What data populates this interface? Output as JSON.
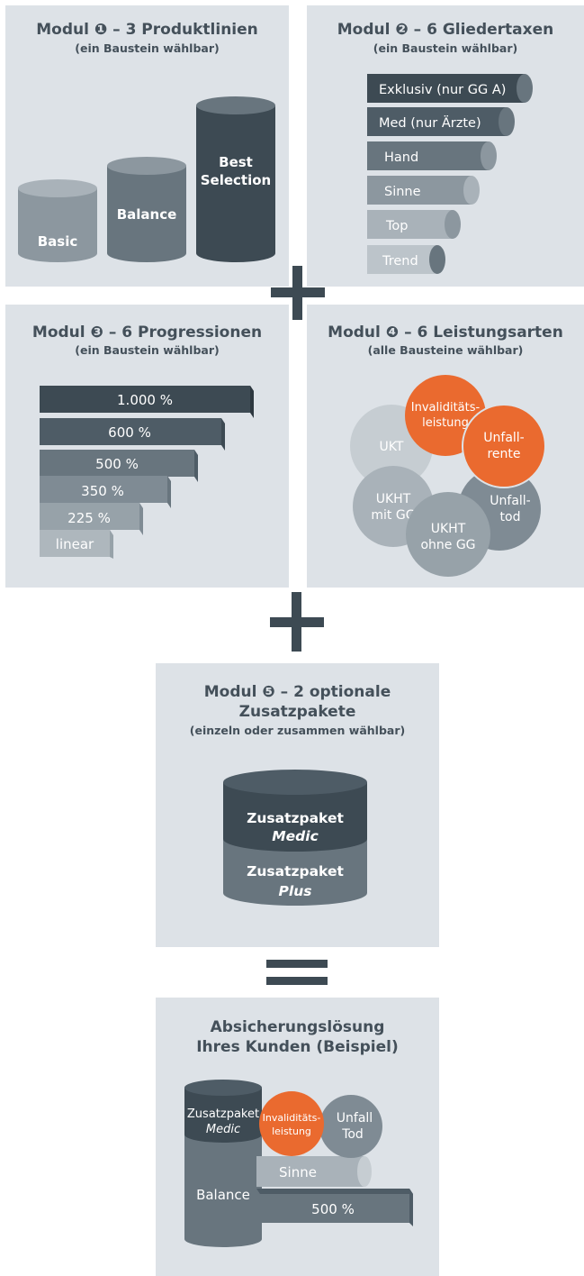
{
  "colors": {
    "panel_bg": "#dde2e7",
    "dark": "#3d4a53",
    "mid": "#68757e",
    "mid_light": "#8c979f",
    "light": "#a9b2b9",
    "accent": "#ea6a2f",
    "text_dark": "#44505a"
  },
  "modul1": {
    "title": "Modul ❶ – 3 Produktlinien",
    "subtitle": "(ein Baustein wählbar)",
    "items": [
      "Basic",
      "Balance",
      "Best",
      "Selection"
    ]
  },
  "modul2": {
    "title": "Modul ❷ – 6 Gliedertaxen",
    "subtitle": "(ein Baustein wählbar)",
    "items": [
      "Exklusiv (nur GG A)",
      "Med (nur Ärzte)",
      "Hand",
      "Sinne",
      "Top",
      "Trend"
    ]
  },
  "modul3": {
    "title": "Modul ❸ – 6 Progressionen",
    "subtitle": "(ein Baustein wählbar)",
    "items": [
      "1.000 %",
      "600 %",
      "500 %",
      "350 %",
      "225 %",
      "linear"
    ]
  },
  "modul4": {
    "title": "Modul ❹ – 6 Leistungsarten",
    "subtitle": "(alle Bausteine wählbar)",
    "invaliditaet": [
      "Invaliditäts-",
      "leistung"
    ],
    "unfallrente": [
      "Unfall-",
      "rente"
    ],
    "ukt": "UKT",
    "ukht_gg": [
      "UKHT",
      "mit GG"
    ],
    "unfalltod": [
      "Unfall-",
      "tod"
    ],
    "ukht_ohne": [
      "UKHT",
      "ohne GG"
    ]
  },
  "modul5": {
    "title_line1": "Modul ❺ – 2 optionale",
    "title_line2": "Zusatzpakete",
    "subtitle": "(einzeln oder zusammen wählbar)",
    "medic": [
      "Zusatzpaket",
      "Medic"
    ],
    "plus": [
      "Zusatzpaket",
      "Plus"
    ]
  },
  "result": {
    "title_line1": "Absicherungslösung",
    "title_line2": "Ihres Kunden (Beispiel)",
    "medic": [
      "Zusatzpaket",
      "Medic"
    ],
    "balance": "Balance",
    "invaliditaet": [
      "Invaliditäts-",
      "leistung"
    ],
    "unfalltod": [
      "Unfall",
      "Tod"
    ],
    "sinne": "Sinne",
    "progression": "500 %"
  }
}
